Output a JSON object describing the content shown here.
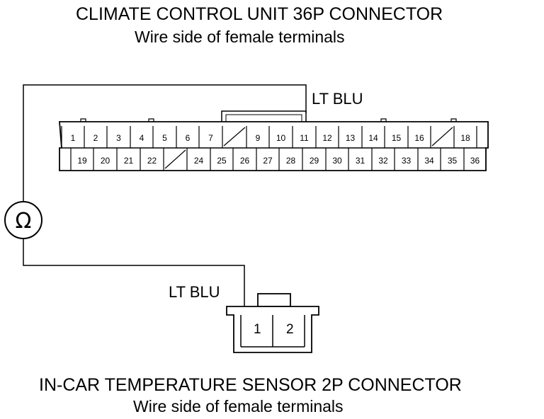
{
  "top_connector": {
    "title": "CLIMATE CONTROL UNIT 36P CONNECTOR",
    "subtitle": "Wire side of female terminals",
    "wire_color": "LT BLU",
    "row1": [
      "1",
      "2",
      "3",
      "4",
      "5",
      "6",
      "7",
      "",
      "9",
      "10",
      "11",
      "12",
      "13",
      "14",
      "15",
      "16",
      "",
      "18"
    ],
    "row2": [
      "19",
      "20",
      "21",
      "22",
      "",
      "24",
      "25",
      "26",
      "27",
      "28",
      "29",
      "30",
      "31",
      "32",
      "33",
      "34",
      "35",
      "36"
    ],
    "tested_terminal": "11"
  },
  "meter": {
    "symbol": "Ω"
  },
  "bottom_connector": {
    "title": "IN-CAR TEMPERATURE SENSOR 2P CONNECTOR",
    "subtitle": "Wire side of female terminals",
    "wire_color": "LT BLU",
    "pins": [
      "1",
      "2"
    ],
    "tested_terminal": "1"
  }
}
